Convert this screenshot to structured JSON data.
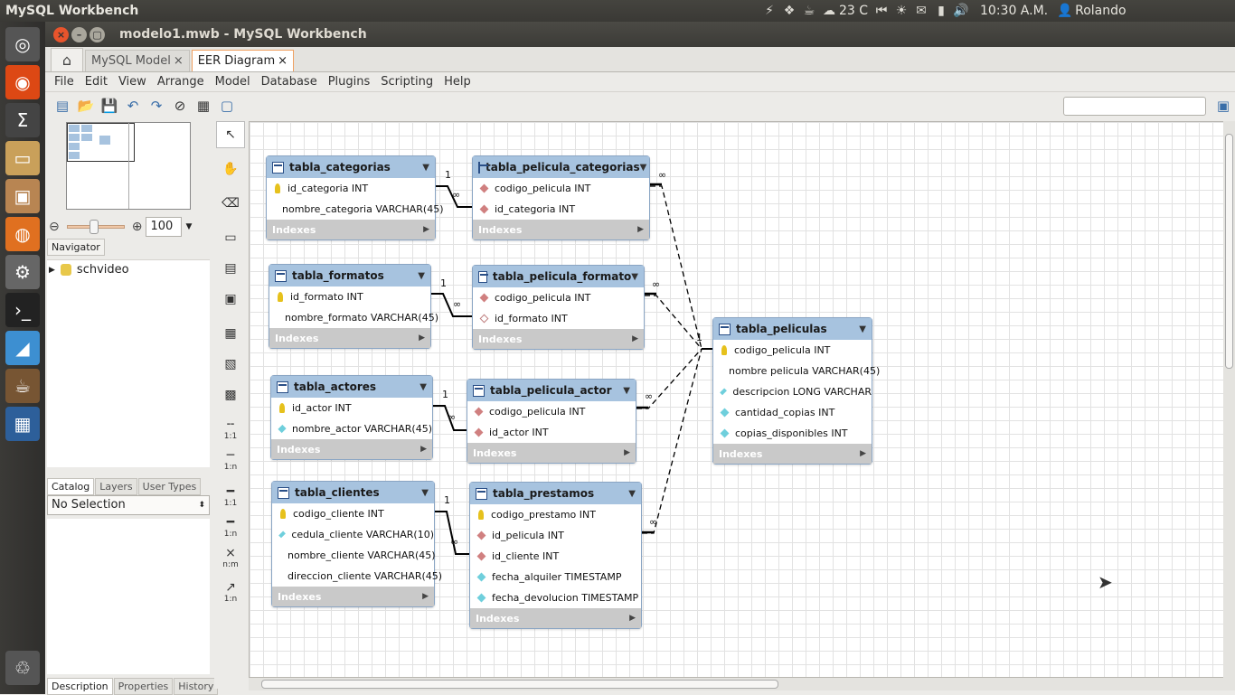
{
  "system": {
    "app_name": "MySQL Workbench",
    "temperature": "23 C",
    "clock": "10:30 A.M.",
    "user": "Rolando"
  },
  "window": {
    "title": "modelo1.mwb - MySQL Workbench"
  },
  "tabs": [
    {
      "label": "MySQL Model"
    },
    {
      "label": "EER Diagram"
    }
  ],
  "menu": [
    "File",
    "Edit",
    "View",
    "Arrange",
    "Model",
    "Database",
    "Plugins",
    "Scripting",
    "Help"
  ],
  "navigator": {
    "zoom": "100",
    "label": "Navigator"
  },
  "tree": {
    "schema": "schvideo"
  },
  "catalog_tabs": [
    "Catalog",
    "Layers",
    "User Types"
  ],
  "selection": "No Selection",
  "bottom_tabs": [
    "Description",
    "Properties",
    "History"
  ],
  "vtools": [
    "1:1",
    "1:n",
    "1:1",
    "1:n",
    "n:m",
    "1:n"
  ],
  "tables": [
    {
      "name": "tabla_categorias",
      "cols": [
        {
          "k": "pk",
          "t": "id_categoria INT"
        },
        {
          "k": "att",
          "t": "nombre_categoria VARCHAR(45)"
        }
      ],
      "footer": "Indexes"
    },
    {
      "name": "tabla_pelicula_categorias",
      "cols": [
        {
          "k": "fk",
          "t": "codigo_pelicula INT"
        },
        {
          "k": "fk",
          "t": "id_categoria INT"
        }
      ],
      "footer": "Indexes"
    },
    {
      "name": "tabla_formatos",
      "cols": [
        {
          "k": "pk",
          "t": "id_formato INT"
        },
        {
          "k": "att",
          "t": "nombre_formato VARCHAR(45)"
        }
      ],
      "footer": "Indexes"
    },
    {
      "name": "tabla_pelicula_formato",
      "cols": [
        {
          "k": "fk",
          "t": "codigo_pelicula INT"
        },
        {
          "k": "fkh",
          "t": "id_formato INT"
        }
      ],
      "footer": "Indexes"
    },
    {
      "name": "tabla_actores",
      "cols": [
        {
          "k": "pk",
          "t": "id_actor INT"
        },
        {
          "k": "att",
          "t": "nombre_actor VARCHAR(45)"
        }
      ],
      "footer": "Indexes"
    },
    {
      "name": "tabla_pelicula_actor",
      "cols": [
        {
          "k": "fk",
          "t": "codigo_pelicula INT"
        },
        {
          "k": "fk",
          "t": "id_actor INT"
        }
      ],
      "footer": "Indexes"
    },
    {
      "name": "tabla_clientes",
      "cols": [
        {
          "k": "pk",
          "t": "codigo_cliente INT"
        },
        {
          "k": "att",
          "t": "cedula_cliente VARCHAR(10)"
        },
        {
          "k": "att",
          "t": "nombre_cliente VARCHAR(45)"
        },
        {
          "k": "att",
          "t": "direccion_cliente VARCHAR(45)"
        }
      ],
      "footer": "Indexes"
    },
    {
      "name": "tabla_prestamos",
      "cols": [
        {
          "k": "pk",
          "t": "codigo_prestamo INT"
        },
        {
          "k": "fk",
          "t": "id_pelicula INT"
        },
        {
          "k": "fk",
          "t": "id_cliente INT"
        },
        {
          "k": "att",
          "t": "fecha_alquiler TIMESTAMP"
        },
        {
          "k": "att",
          "t": "fecha_devolucion TIMESTAMP"
        }
      ],
      "footer": "Indexes"
    },
    {
      "name": "tabla_peliculas",
      "cols": [
        {
          "k": "pk",
          "t": "codigo_pelicula INT"
        },
        {
          "k": "att",
          "t": "nombre pelicula VARCHAR(45)"
        },
        {
          "k": "att",
          "t": "descripcion LONG VARCHAR"
        },
        {
          "k": "att",
          "t": "cantidad_copias INT"
        },
        {
          "k": "att",
          "t": "copias_disponibles INT"
        }
      ],
      "footer": "Indexes"
    }
  ],
  "cardinalities": [
    "1",
    "∞",
    "1",
    "∞",
    "1",
    "∞",
    "1",
    "∞",
    "∞",
    "∞",
    "∞",
    "∞",
    "1"
  ]
}
